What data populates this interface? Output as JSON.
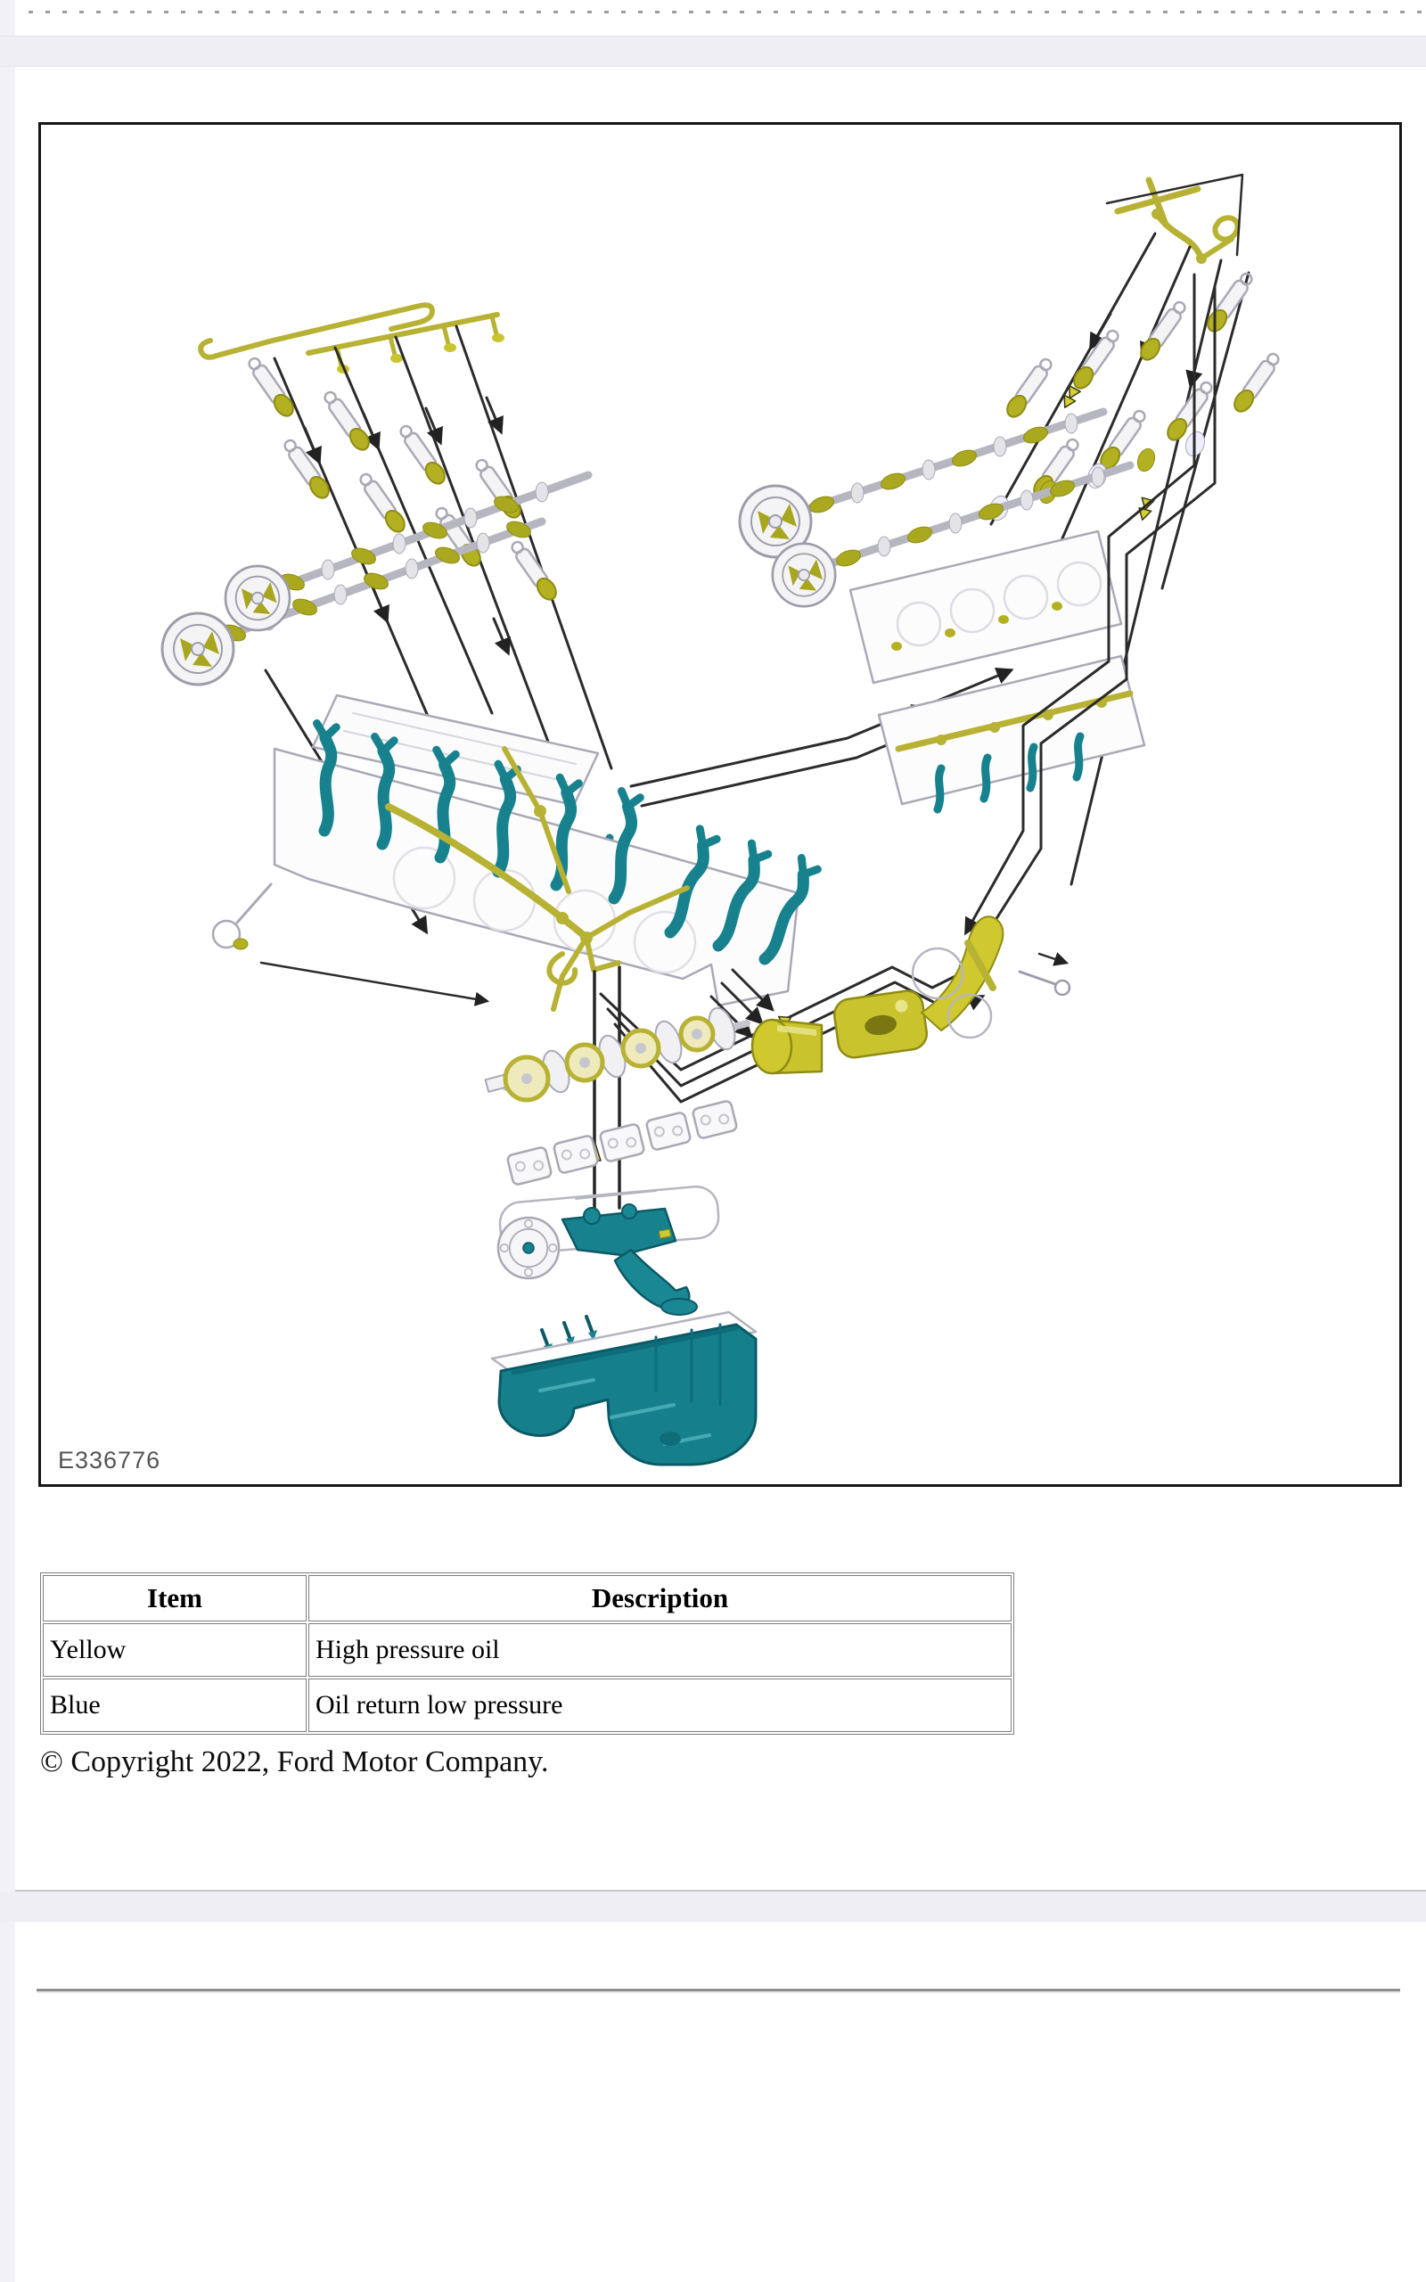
{
  "figure": {
    "label": "E336776",
    "description": "Engine oil flow exploded diagram"
  },
  "legend_table": {
    "headers": [
      "Item",
      "Description"
    ],
    "rows": [
      {
        "item": "Yellow",
        "description": "High pressure oil"
      },
      {
        "item": "Blue",
        "description": "Oil return low pressure"
      }
    ]
  },
  "copyright": "© Copyright 2022, Ford Motor Company.",
  "legend_colors": {
    "yellow_high_pressure": "#c9c42e",
    "blue_low_pressure_return": "#16808c"
  }
}
